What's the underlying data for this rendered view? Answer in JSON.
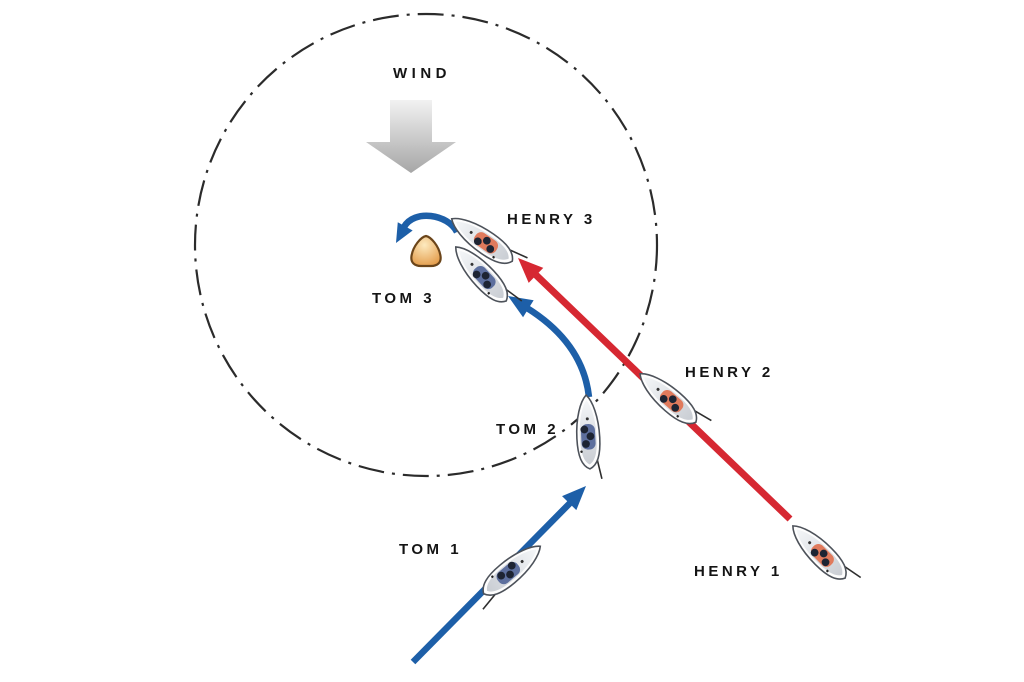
{
  "wind": {
    "label": "WIND"
  },
  "colors": {
    "tom_path": "#1d5fa8",
    "henry_path": "#d62832",
    "zone_stroke": "#2b2b2b",
    "mark_stroke": "#6b451a",
    "mark_fill_light": "#fdeabf",
    "mark_fill_dark": "#e0913a",
    "wind_arrow_top": "#f2f2f2",
    "wind_arrow_bottom": "#a6a6a6",
    "tom_cockpit": "#5d6f9e",
    "henry_cockpit": "#e07a5c",
    "crew": "#1d2433",
    "hull_stroke": "#4d525a"
  },
  "boats": [
    {
      "id": "tom-1",
      "label": "TOM 1",
      "sailor": "Tom",
      "step": "1"
    },
    {
      "id": "tom-2",
      "label": "TOM 2",
      "sailor": "Tom",
      "step": "2"
    },
    {
      "id": "tom-3",
      "label": "TOM 3",
      "sailor": "Tom",
      "step": "3"
    },
    {
      "id": "henry-1",
      "label": "HENRY 1",
      "sailor": "Henry",
      "step": "1"
    },
    {
      "id": "henry-2",
      "label": "HENRY 2",
      "sailor": "Henry",
      "step": "2"
    },
    {
      "id": "henry-3",
      "label": "HENRY 3",
      "sailor": "Henry",
      "step": "3"
    }
  ]
}
